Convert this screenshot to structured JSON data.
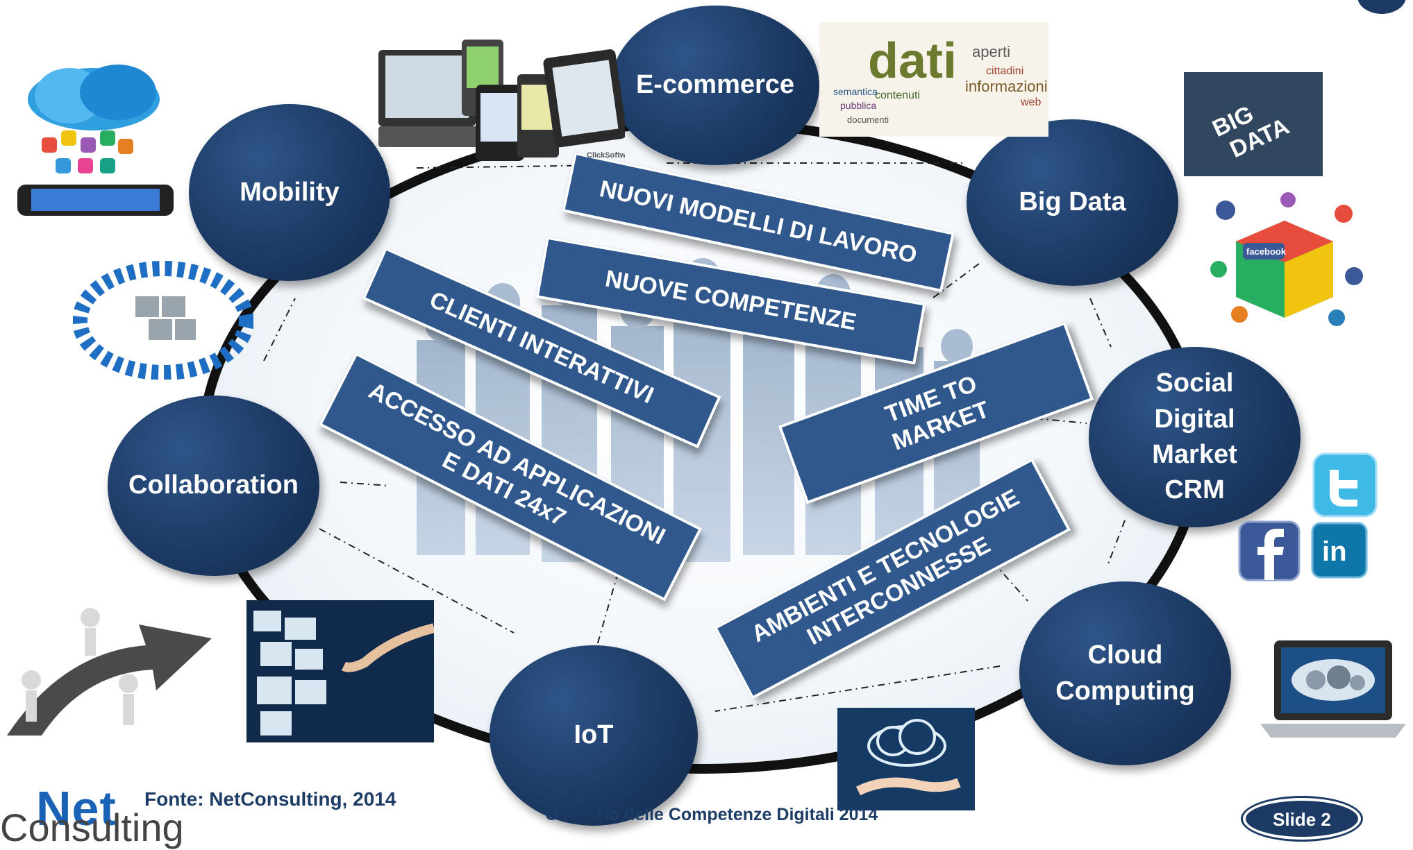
{
  "topics": [
    {
      "id": "ecommerce",
      "label": "E-commerce"
    },
    {
      "id": "mobility",
      "label": "Mobility"
    },
    {
      "id": "bigdata",
      "label": "Big Data"
    },
    {
      "id": "social",
      "label": "Social\nDigital\nMarket\nCRM"
    },
    {
      "id": "collaboration",
      "label": "Collaboration"
    },
    {
      "id": "cloud",
      "label": "Cloud\nComputing"
    },
    {
      "id": "iot",
      "label": "IoT"
    }
  ],
  "banners": {
    "nuovi_modelli": "NUOVI MODELLI DI LAVORO",
    "nuove_competenze": "NUOVE COMPETENZE",
    "clienti": "CLIENTI INTERATTIVI",
    "accesso": "ACCESSO AD APPLICAZIONI\nE DATI 24x7",
    "time": "TIME TO\nMARKET",
    "ambienti": "AMBIENTI E TECNOLOGIE\nINTERCONNESSE"
  },
  "footer": {
    "source": "Fonte: NetConsulting, 2014",
    "title": "O        rio delle Competenze Digitali 2014",
    "slide": "Slide 2"
  },
  "logo": {
    "net": "Net",
    "consulting": "Consulting"
  },
  "pictures": {
    "clicksoftware_caption": "ClickSoftware",
    "wordcloud_main": "dati",
    "wordcloud_words": [
      "informazioni",
      "aperti",
      "cittadini",
      "web",
      "contenuti",
      "pubblica",
      "semantica",
      "documenti"
    ],
    "bigdata_words": [
      "BIG",
      "DATA"
    ],
    "facebook_label": "facebook",
    "linkedin_label": "in"
  },
  "colors": {
    "navy": "#1c3a64",
    "banner": "#30588c",
    "twitter": "#3fb9e6",
    "facebook": "#3b5998",
    "linkedin": "#0e76a8"
  }
}
